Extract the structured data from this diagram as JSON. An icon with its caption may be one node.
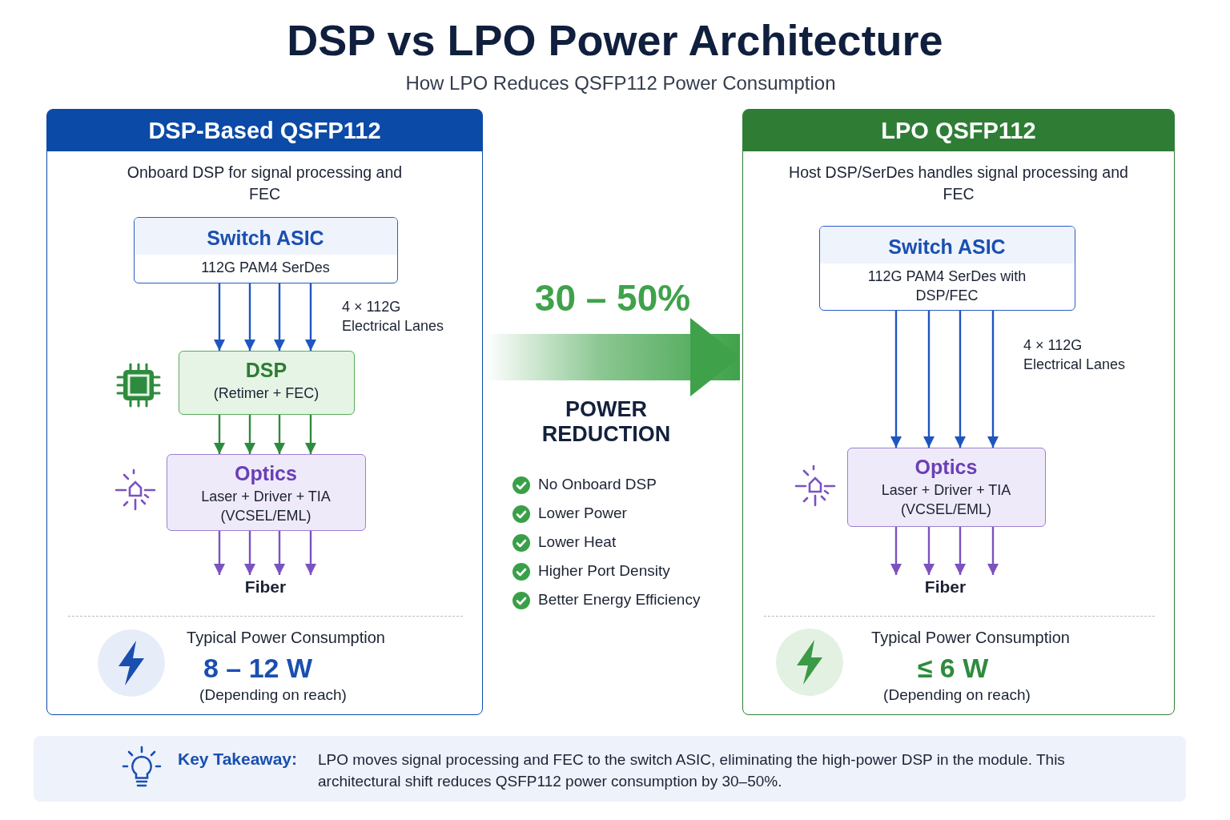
{
  "diagram": {
    "title": "DSP vs LPO Power Architecture",
    "nodes": [
      {
        "text": [
          "DSP-Based QSFP112",
          "Onboard DSP for signal processing and FEC"
        ]
      },
      {
        "text": [
          "Switch ASIC",
          "112G PAM4 SerDes"
        ],
        "in": 0
      },
      {
        "text": [
          "DSP",
          "(Retimer + FEC)"
        ],
        "in": 0
      },
      {
        "text": [
          "Optics",
          "Laser + Driver + TIA (VCSEL/EML)"
        ],
        "in": 0
      },
      {
        "text": [
          "Fiber"
        ],
        "in": 0
      },
      {
        "text": [
          "LPO QSFP112",
          "Host DSP/SerDes handles signal processing and FEC"
        ]
      },
      {
        "text": [
          "Switch ASIC",
          "112G PAM4 SerDes with DSP/FEC"
        ],
        "in": 5
      },
      {
        "text": [
          "Optics",
          "Laser + Driver + TIA (VCSEL/EML)"
        ],
        "in": 5
      },
      {
        "text": [
          "Fiber"
        ],
        "in": 5
      },
      {
        "text": [
          "Key Takeaway:",
          "LPO moves signal processing and FEC to the switch ASIC, eliminating the high-power DSP in the module. This architectural shift reduces QSFP112 power consumption by 30–50%."
        ]
      }
    ],
    "edges": [
      {
        "from": 1,
        "to": 2,
        "arrow": "to",
        "color": "#1f55c0"
      },
      {
        "from": 1,
        "to": 2,
        "arrow": "to",
        "color": "#1f55c0"
      },
      {
        "from": 1,
        "to": 2,
        "arrow": "to",
        "color": "#1f55c0"
      },
      {
        "from": 1,
        "to": 2,
        "arrow": "to",
        "color": "#1f55c0"
      },
      {
        "from": 2,
        "to": 3,
        "arrow": "to",
        "color": "#2e8b3e"
      },
      {
        "from": 2,
        "to": 3,
        "arrow": "to",
        "color": "#2e8b3e"
      },
      {
        "from": 2,
        "to": 3,
        "arrow": "to",
        "color": "#2e8b3e"
      },
      {
        "from": 2,
        "to": 3,
        "arrow": "to",
        "color": "#2e8b3e"
      },
      {
        "from": 3,
        "to": 4,
        "arrow": "to",
        "color": "#7b52c0"
      },
      {
        "from": 3,
        "to": 4,
        "arrow": "to",
        "color": "#7b52c0"
      },
      {
        "from": 3,
        "to": 4,
        "arrow": "to",
        "color": "#7b52c0"
      },
      {
        "from": 3,
        "to": 4,
        "arrow": "to",
        "color": "#7b52c0"
      },
      {
        "from": 0,
        "to": 5,
        "arrow": "to",
        "label": "30 – 50%",
        "style": "thick",
        "color": "#3fa24a"
      },
      {
        "from": 6,
        "to": 7,
        "arrow": "to",
        "color": "#1f55c0"
      },
      {
        "from": 6,
        "to": 7,
        "arrow": "to",
        "color": "#1f55c0"
      },
      {
        "from": 6,
        "to": 7,
        "arrow": "to",
        "color": "#1f55c0"
      },
      {
        "from": 6,
        "to": 7,
        "arrow": "to",
        "color": "#1f55c0"
      },
      {
        "from": 7,
        "to": 8,
        "arrow": "to",
        "color": "#7b52c0"
      },
      {
        "from": 7,
        "to": 8,
        "arrow": "to",
        "color": "#7b52c0"
      },
      {
        "from": 7,
        "to": 8,
        "arrow": "to",
        "color": "#7b52c0"
      },
      {
        "from": 7,
        "to": 8,
        "arrow": "to",
        "color": "#7b52c0"
      }
    ],
    "labels": [
      "How LPO Reduces QSFP112 Power Consumption",
      "4 × 112G Electrical Lanes",
      "Typical Power Consumption",
      "8 – 12 W",
      "(Depending on reach)",
      "POWER REDUCTION",
      "No Onboard DSP",
      "Lower Power",
      "Lower Heat",
      "Higher Port Density",
      "Better Energy Efficiency",
      "4 × 112G Electrical Lanes",
      "Typical Power Consumption",
      "≤ 6 W",
      "(Depending on reach)"
    ]
  }
}
